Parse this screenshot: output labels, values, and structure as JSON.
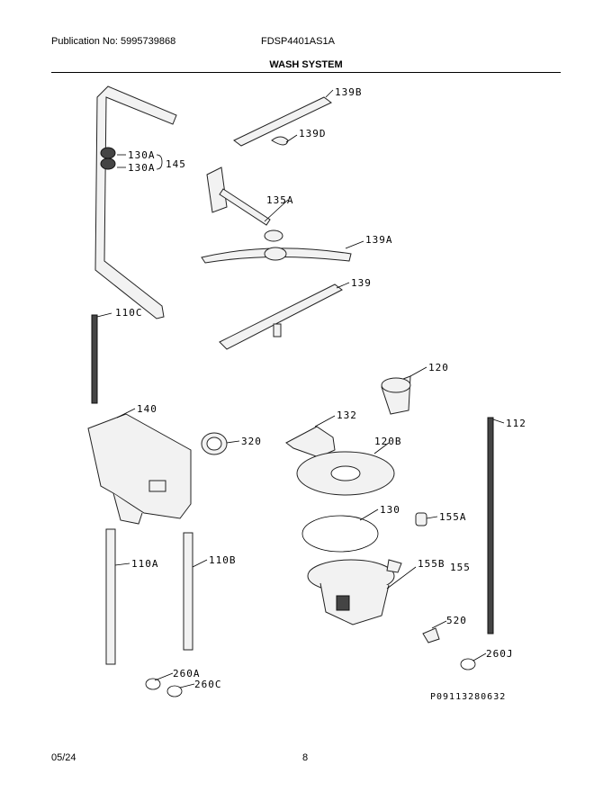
{
  "header": {
    "publication": "Publication No: 5995739868",
    "model": "FDSP4401AS1A",
    "title": "WASH SYSTEM"
  },
  "diagram": {
    "labels": {
      "p139B": "139B",
      "p139D": "139D",
      "p130A_1": "130A",
      "p130A_2": "130A",
      "p145": "145",
      "p135A": "135A",
      "p139A": "139A",
      "p139": "139",
      "p110C": "110C",
      "p120": "120",
      "p140": "140",
      "p132": "132",
      "p112": "112",
      "p320": "320",
      "p120B": "120B",
      "p130": "130",
      "p155A": "155A",
      "p110A": "110A",
      "p110B": "110B",
      "p155B": "155B",
      "p155": "155",
      "p520": "520",
      "p260J": "260J",
      "p260A": "260A",
      "p260C": "260C"
    },
    "drawing_number": "P09113280632"
  },
  "footer": {
    "date": "05/24",
    "page": "8"
  }
}
